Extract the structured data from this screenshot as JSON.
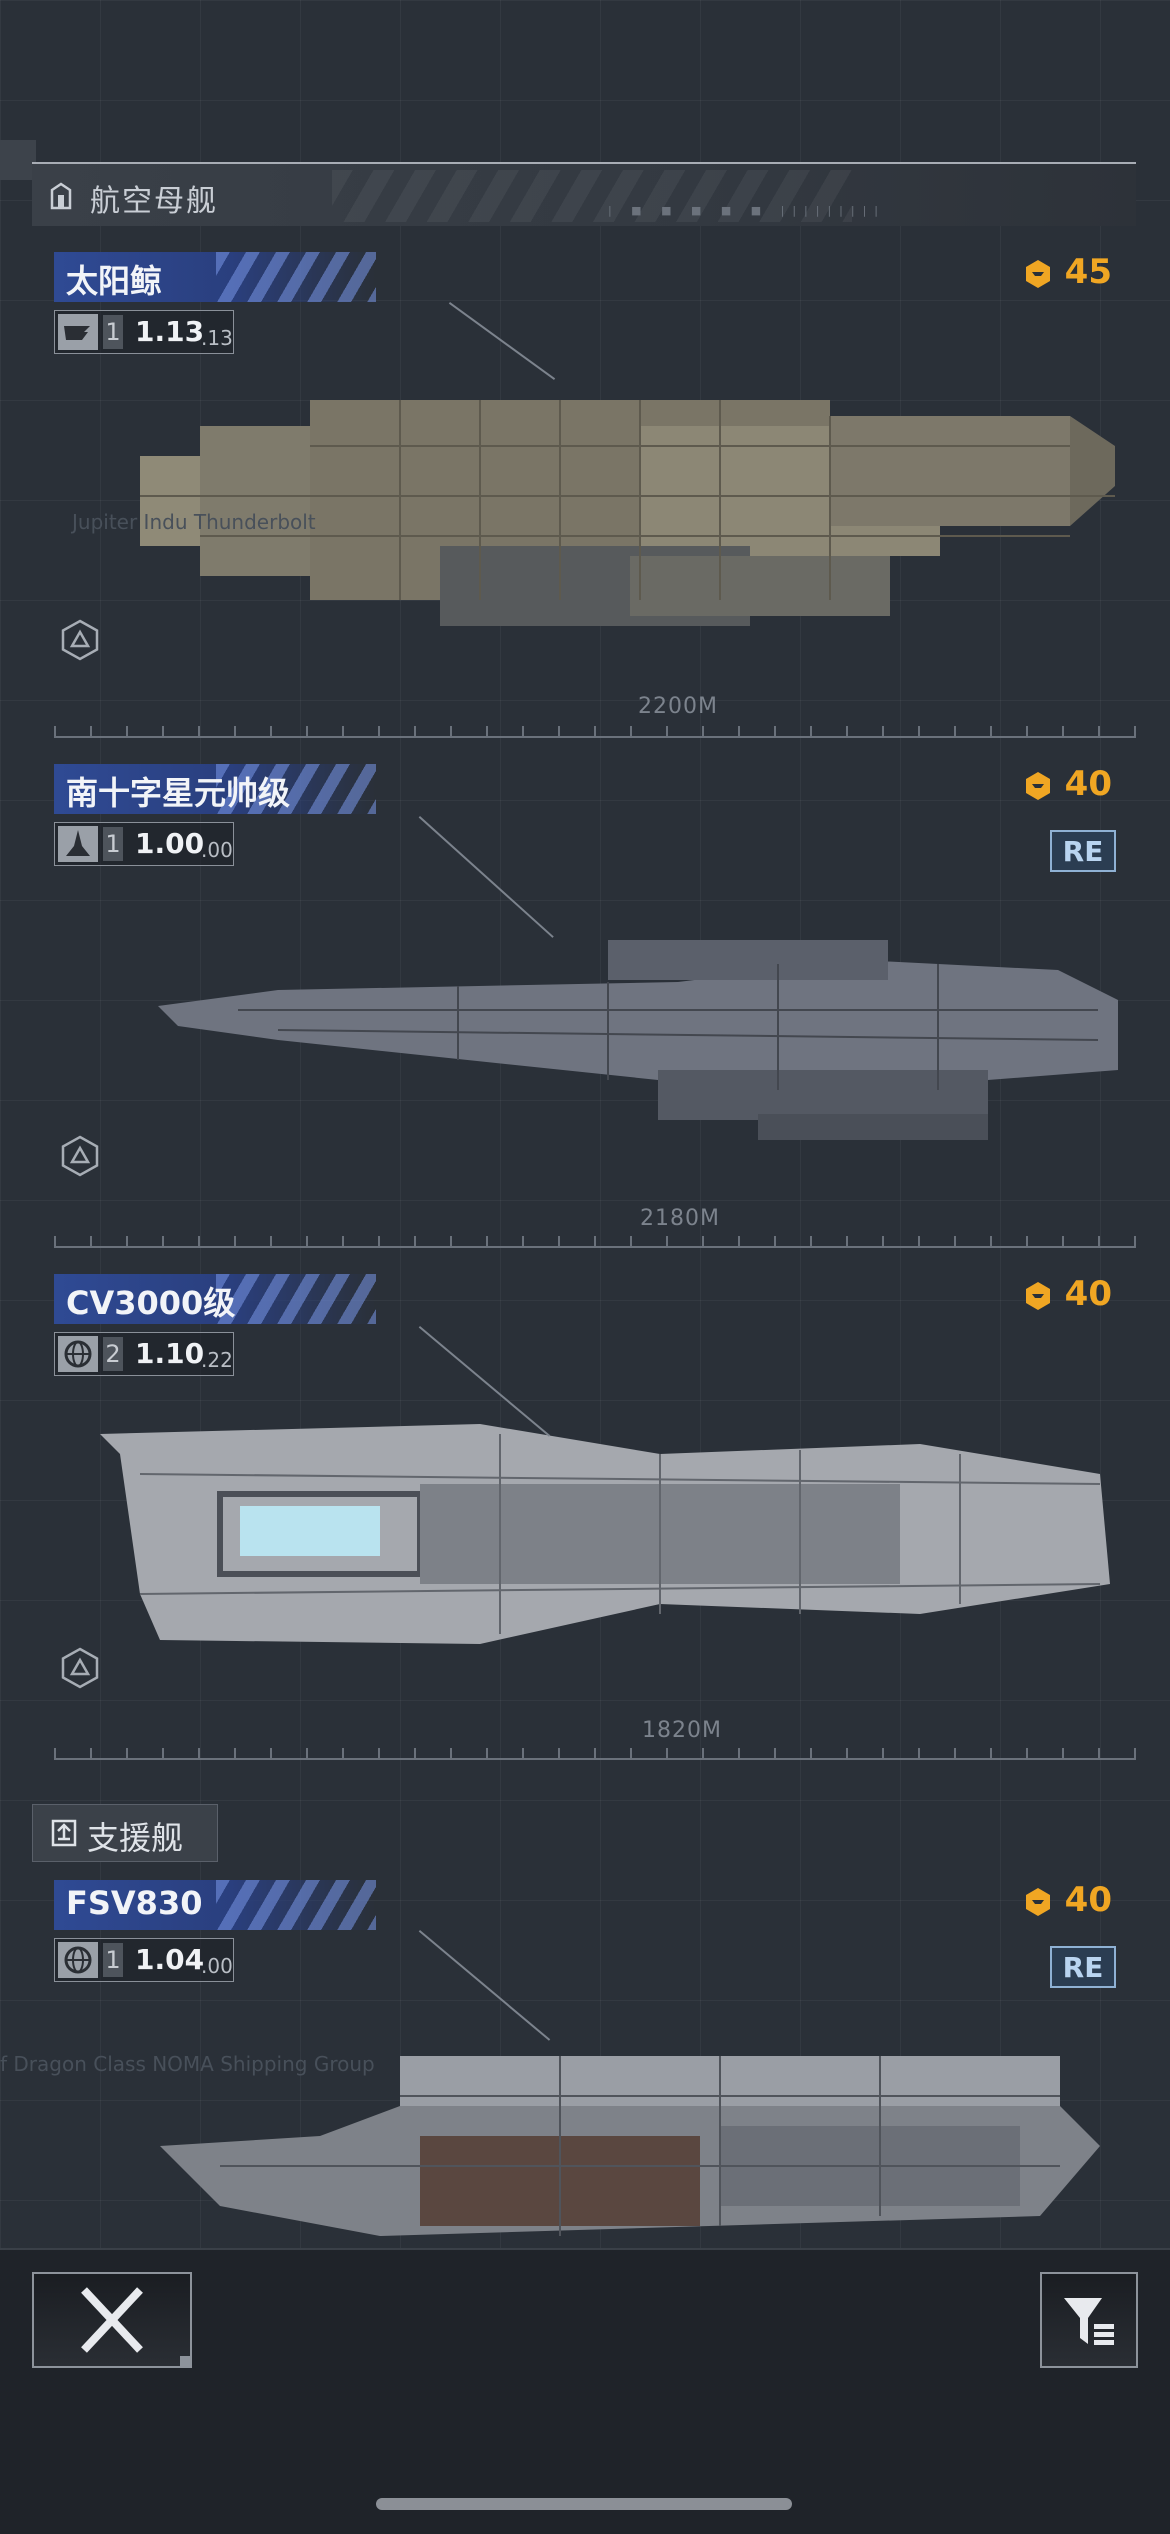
{
  "sections": {
    "carriers": {
      "title": "航空母舰"
    },
    "support": {
      "title": "支援舰"
    }
  },
  "ships": [
    {
      "name": "太阳鲸",
      "class_icon": "carrier-icon",
      "tier": "1",
      "value": "1.13",
      "sub": ".13",
      "cost": "45",
      "length": "2200M",
      "badge": ""
    },
    {
      "name": "南十字星元帅级",
      "class_icon": "fighter-icon",
      "tier": "1",
      "value": "1.00",
      "sub": ".00",
      "cost": "40",
      "length": "2180M",
      "badge": "RE"
    },
    {
      "name": "CV3000级",
      "class_icon": "globe-icon",
      "tier": "2",
      "value": "1.10",
      "sub": ".22",
      "cost": "40",
      "length": "1820M",
      "badge": ""
    },
    {
      "name": "FSV830",
      "class_icon": "globe-icon",
      "tier": "1",
      "value": "1.04",
      "sub": ".00",
      "cost": "40",
      "length": "",
      "badge": "RE"
    }
  ],
  "background_text": {
    "ship1_ghost": "Jupiter Indu Thunderbolt",
    "ship4_ghost": "f Dragon Class NOMA Shipping Group"
  },
  "colors": {
    "accent_orange": "#f0a623",
    "banner_blue": "#2f4a94",
    "badge_blue": "#8fb1d4"
  },
  "bottom_bar": {
    "close": "close-icon",
    "filter": "filter-icon"
  }
}
